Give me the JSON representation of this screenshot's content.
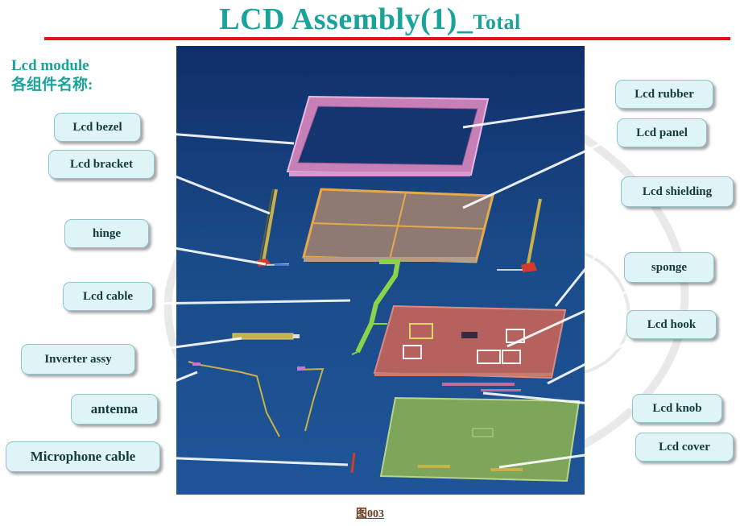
{
  "title": {
    "main": "LCD   Assembly(1)_",
    "suffix": "Total"
  },
  "subtitle": {
    "line1": "Lcd module",
    "line2": "各组件名称:"
  },
  "callouts": {
    "lcd_bezel": "Lcd bezel",
    "lcd_bracket": "Lcd bracket",
    "hinge": "hinge",
    "lcd_cable": "Lcd cable",
    "inverter_assy": "Inverter assy",
    "antenna": "antenna",
    "microphone_cable": "Microphone cable",
    "lcd_rubber": "Lcd rubber",
    "lcd_panel": "Lcd panel",
    "lcd_shielding": "Lcd shielding",
    "sponge": "sponge",
    "lcd_hook": "Lcd hook",
    "lcd_knob": "Lcd knob",
    "lcd_cover": "Lcd cover"
  },
  "caption": "图003",
  "colors": {
    "title": "#1aa39a",
    "rule": "#e2141a",
    "callout_bg": "#dff4f7",
    "scene_bg": "#1a4a88"
  }
}
